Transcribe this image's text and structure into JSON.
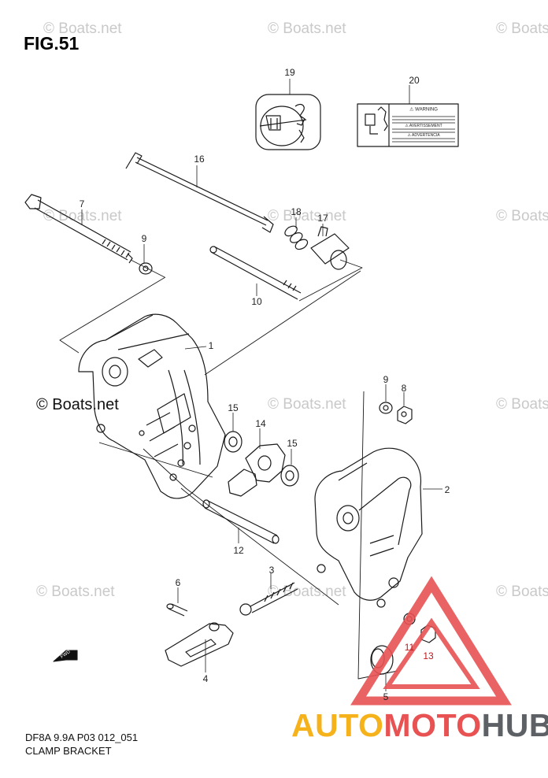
{
  "figure": {
    "title": "FIG.51",
    "caption_line1": "DF8A 9.9A P03 012_051",
    "caption_line2": "CLAMP BRACKET"
  },
  "watermark": {
    "text": "© Boats.net"
  },
  "callouts": [
    "1",
    "2",
    "3",
    "4",
    "5",
    "6",
    "7",
    "8",
    "9",
    "9",
    "10",
    "11",
    "12",
    "13",
    "14",
    "15",
    "15",
    "16",
    "17",
    "18",
    "19",
    "20"
  ],
  "label_sticker": {
    "warning": "⚠ WARNING",
    "warning2": "⚠ AVERTISSEMENT",
    "warning3": "⚠ ADVERTENCIA"
  },
  "fwd_marker": "FWD",
  "logo": {
    "part1": "AUTO",
    "part2": "MOTO",
    "part3": "HUB",
    "colors": {
      "auto": "#f6b21b",
      "moto": "#e85253",
      "hub": "#5d6166",
      "triangle": "#e85253"
    }
  }
}
